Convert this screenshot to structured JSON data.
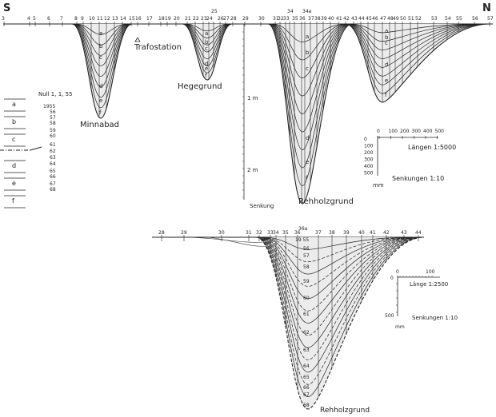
{
  "compass": {
    "south": "S",
    "north": "N"
  },
  "top_profile": {
    "stations": [
      "3",
      "4",
      "5",
      "6",
      "7",
      "8",
      "9",
      "10",
      "11",
      "12",
      "13",
      "14",
      "15",
      "16",
      "17",
      "18",
      "19",
      "20",
      "21",
      "22",
      "23",
      "24",
      "25",
      "26",
      "27",
      "28",
      "29",
      "30",
      "31",
      "32",
      "33",
      "34",
      "35",
      "36",
      "34a",
      "37",
      "38",
      "39",
      "40",
      "41",
      "42",
      "43",
      "44",
      "45",
      "46",
      "47",
      "48",
      "49",
      "50",
      "51",
      "52",
      "53",
      "54",
      "55",
      "56",
      "57"
    ],
    "troughs": {
      "minnabad": "Minnabad",
      "hegegrund": "Hegegrund",
      "rehholzgrund": "Rehholzgrund"
    },
    "trafostation": "Trafostation",
    "curve_letters": [
      "a",
      "b",
      "c",
      "d",
      "e",
      "f"
    ],
    "depth_axis": {
      "m1": "1 m",
      "m2": "2 m",
      "title": "Senkung"
    }
  },
  "legend": {
    "null_label": "Null 1, 1, 55",
    "boxes": [
      "a",
      "b",
      "c",
      "d",
      "e",
      "f"
    ],
    "years": [
      "1955",
      "56",
      "57",
      "58",
      "59",
      "60",
      "61",
      "62",
      "63",
      "64",
      "65",
      "66",
      "67",
      "68"
    ]
  },
  "scale_top": {
    "x_ticks": [
      "0",
      "100",
      "200",
      "300",
      "400",
      "500"
    ],
    "y_ticks": [
      "0",
      "100",
      "200",
      "300",
      "400",
      "500"
    ],
    "length_label": "Längen 1:5000",
    "depth_label": "Senkungen 1:10",
    "unit": "mm"
  },
  "bottom_profile": {
    "stations": [
      "28",
      "29",
      "30",
      "31",
      "32",
      "33",
      "34",
      "35",
      "36",
      "37",
      "38",
      "39",
      "40",
      "41",
      "42",
      "43",
      "44"
    ],
    "station_extra": "36a",
    "year_labels": [
      "19 55",
      "56",
      "57",
      "58",
      "59",
      "60",
      "61",
      "62",
      "63",
      "64",
      "65",
      "66",
      "67",
      "68"
    ],
    "trough": "Rehholzgrund"
  },
  "scale_bottom": {
    "x_ticks": [
      "0",
      "100"
    ],
    "y_tick": "500",
    "length_label": "Länge 1:2500",
    "depth_label": "Senkungen 1:10",
    "unit": "mm"
  }
}
